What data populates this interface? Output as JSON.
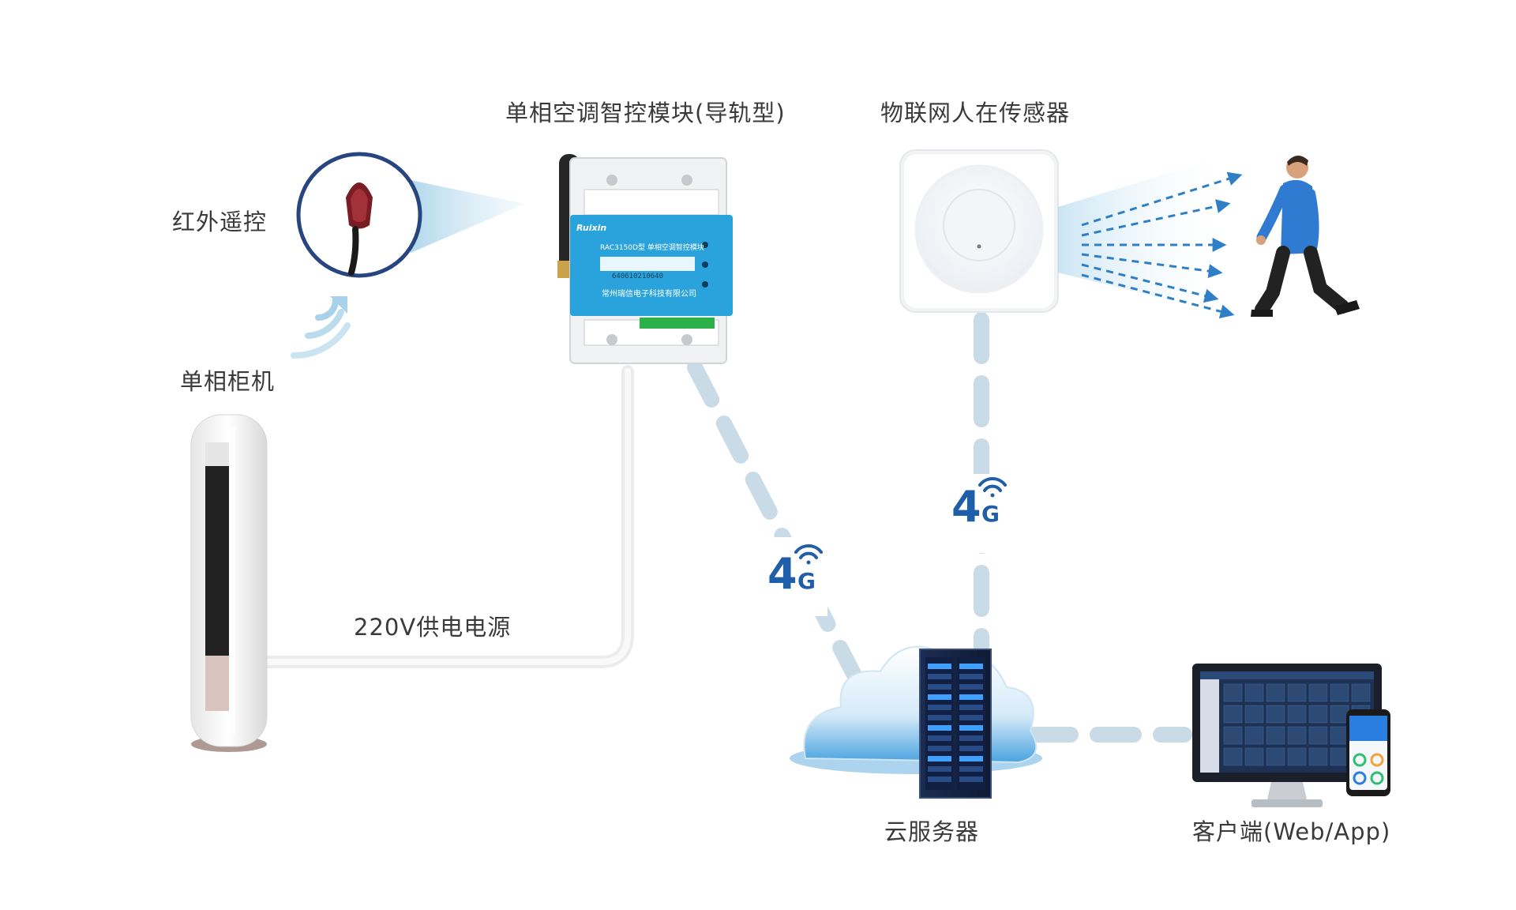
{
  "labels": {
    "infrared": "红外遥控",
    "cabinet_ac": "单相柜机",
    "module": "单相空调智控模块(导轨型)",
    "sensor": "物联网人在传感器",
    "power": "220V供电电源",
    "cloud": "云服务器",
    "client": "客户端(Web/App)"
  },
  "module_device": {
    "brand": "Ruixin",
    "model": "RAC3150D型 单相空调智控模块",
    "serial": "640610210640",
    "company": "常州瑞信电子科技有限公司"
  },
  "links": {
    "module_cloud": {
      "num": "4",
      "g": "G"
    },
    "sensor_cloud": {
      "num": "4",
      "g": "G"
    }
  },
  "colors": {
    "accent_blue": "#1f5ea8",
    "link_dash": "#c9dbe6",
    "module_blue": "#2aa3dc"
  }
}
